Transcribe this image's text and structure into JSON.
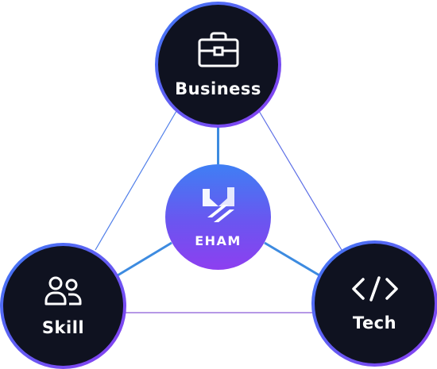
{
  "nodes": {
    "business": {
      "label": "Business",
      "icon": "briefcase-icon"
    },
    "skill": {
      "label": "Skill",
      "icon": "users-icon"
    },
    "tech": {
      "label": "Tech",
      "icon": "code-icon"
    }
  },
  "center": {
    "label": "EHAM",
    "icon": "eham-logo"
  },
  "colors": {
    "node_fill": "#0f1220",
    "ring_start": "#3d7bf5",
    "ring_end": "#8a3cf0",
    "connector": "#3d8be0",
    "triangle_edge": "#5a6fe0"
  }
}
